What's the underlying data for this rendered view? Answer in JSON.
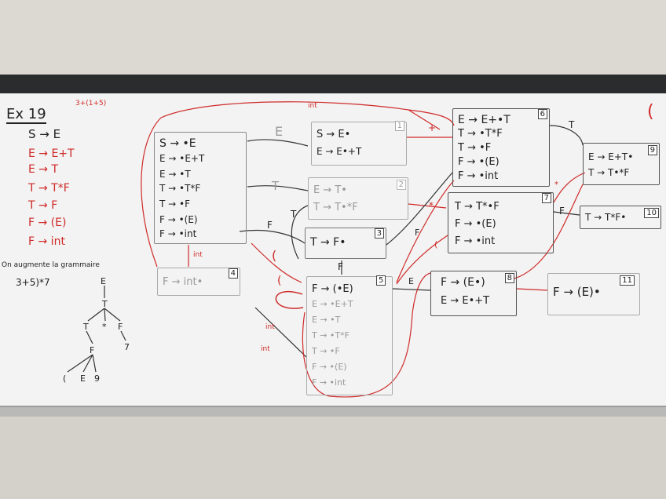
{
  "title": "Ex 19",
  "red_note": "3+(1+5)",
  "left_rules": [
    {
      "text": "S → E",
      "color": "#222"
    },
    {
      "text": "E → E+T",
      "color": "#d02a2a"
    },
    {
      "text": "E → T",
      "color": "#d02a2a"
    },
    {
      "text": "T → T*F",
      "color": "#d02a2a"
    },
    {
      "text": "T → F",
      "color": "#d02a2a"
    },
    {
      "text": "F → (E)",
      "color": "#d02a2a"
    },
    {
      "text": "F → int",
      "color": "#d02a2a"
    }
  ],
  "note_line1": "On augmente la grammaire",
  "note_line2": "3+5)*7",
  "tree": {
    "E": "E",
    "T": "T",
    "star": "*",
    "F": "F",
    "seven": "7",
    "paren": "(",
    "E2": "E",
    "nine": "9"
  },
  "states": {
    "s0": [
      "S → •E",
      "E → •E+T",
      "E → •T",
      "T → •T*F",
      "T → •F",
      "F → •(E)",
      "F → •int"
    ],
    "s1": [
      "S → E•",
      "E → E•+T"
    ],
    "s2": [
      "E → T•",
      "T → T•*F"
    ],
    "s3": [
      "T → F•"
    ],
    "s4": [
      "F → int•"
    ],
    "s5": [
      "F → (•E)",
      "E → •E+T",
      "E → •T",
      "T → •T*F",
      "T → •F",
      "F → •(E)",
      "F → •int"
    ],
    "s6": [
      "E → E+•T",
      "T → •T*F",
      "T → •F",
      "F → •(E)",
      "F → •int"
    ],
    "s7": [
      "T → T*•F",
      "F → •(E)",
      "F → •int"
    ],
    "s8": [
      "F → (E•)",
      "E → E•+T"
    ],
    "s9": [
      "E → E+T•",
      "T → T•*F"
    ],
    "s10": [
      "T → T*F•"
    ],
    "s11": [
      "F → (E)•"
    ]
  },
  "state_labels": {
    "s1": "1",
    "s2": "2",
    "s3": "3",
    "s4": "4",
    "s5": "5",
    "s6": "6",
    "s7": "7",
    "s8": "8",
    "s9": "9",
    "s10": "10",
    "s11": "11"
  },
  "edge_labels": {
    "E": "E",
    "T": "T",
    "F": "F",
    "paren": "(",
    "int": "int",
    "plus": "+",
    "star": "*"
  }
}
